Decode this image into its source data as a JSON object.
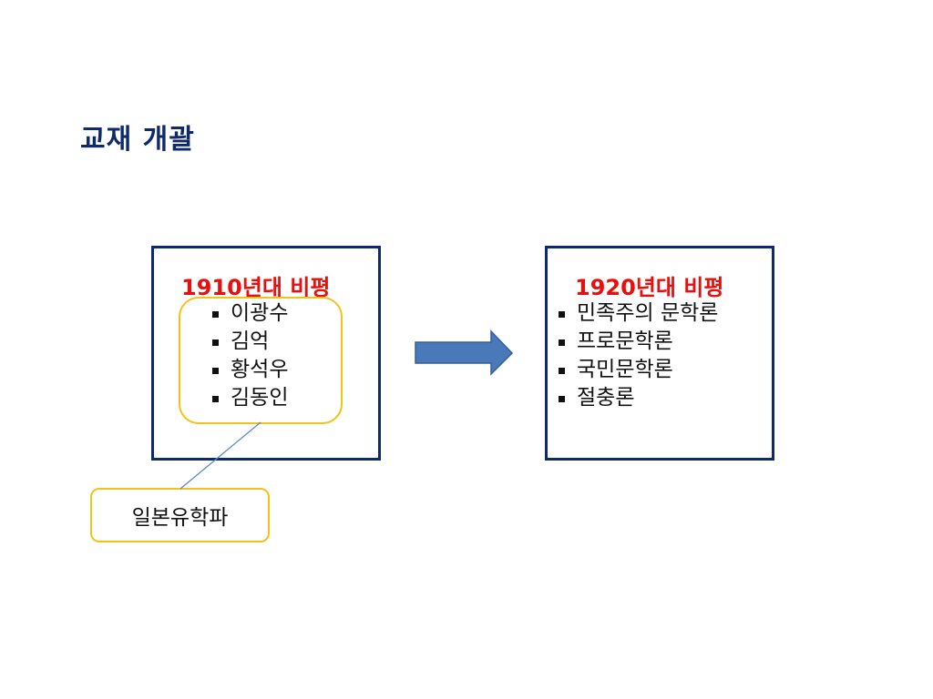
{
  "slide": {
    "title": "교재 개괄"
  },
  "left_box": {
    "heading": "1910년대 비평",
    "items": [
      "이광수",
      "김억",
      "황석우",
      "김동인"
    ]
  },
  "right_box": {
    "heading": "1920년대 비평",
    "items": [
      "민족주의 문학론",
      "프로문학론",
      "국민문학론",
      "절충론"
    ]
  },
  "callout": {
    "label": "일본유학파"
  },
  "colors": {
    "title": "#0f2a6b",
    "box_border": "#0f2a6b",
    "heading": "#e8100f",
    "highlight": "#f2c219",
    "arrow_fill": "#4a79b9",
    "arrow_stroke": "#355f99",
    "connector": "#5a8ac6"
  },
  "icons": {
    "flow_arrow": "right-arrow-icon",
    "bullet": "square-bullet-icon"
  }
}
